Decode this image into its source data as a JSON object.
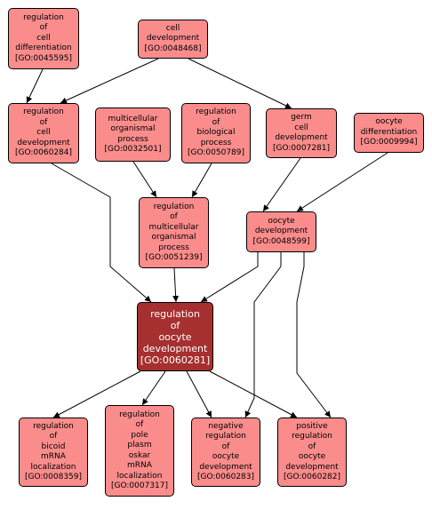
{
  "colors": {
    "node_fill": "#fa8c8c",
    "focus_fill": "#a62f2f",
    "edge": "#000000"
  },
  "nodes": {
    "regulation_of_cell_differentiation": {
      "lines": [
        "regulation",
        "of",
        "cell",
        "differentiation",
        "[GO:0045595]"
      ]
    },
    "cell_development": {
      "lines": [
        "cell",
        "development",
        "[GO:0048468]"
      ]
    },
    "regulation_of_cell_development": {
      "lines": [
        "regulation",
        "of",
        "cell",
        "development",
        "[GO:0060284]"
      ]
    },
    "multicellular_organismal_process": {
      "lines": [
        "multicellular",
        "organismal",
        "process",
        "[GO:0032501]"
      ]
    },
    "regulation_of_biological_process": {
      "lines": [
        "regulation",
        "of",
        "biological",
        "process",
        "[GO:0050789]"
      ]
    },
    "germ_cell_development": {
      "lines": [
        "germ",
        "cell",
        "development",
        "[GO:0007281]"
      ]
    },
    "oocyte_differentiation": {
      "lines": [
        "oocyte",
        "differentiation",
        "[GO:0009994]"
      ]
    },
    "regulation_of_multicellular_organismal_process": {
      "lines": [
        "regulation",
        "of",
        "multicellular",
        "organismal",
        "process",
        "[GO:0051239]"
      ]
    },
    "oocyte_development": {
      "lines": [
        "oocyte",
        "development",
        "[GO:0048599]"
      ]
    },
    "regulation_of_oocyte_development": {
      "lines": [
        "regulation",
        "of",
        "oocyte",
        "development",
        "[GO:0060281]"
      ]
    },
    "regulation_of_bicoid_mrna_localization": {
      "lines": [
        "regulation",
        "of",
        "bicoid",
        "mRNA",
        "localization",
        "[GO:0008359]"
      ]
    },
    "regulation_of_pole_plasm_oskar_mrna_localization": {
      "lines": [
        "regulation",
        "of",
        "pole",
        "plasm",
        "oskar",
        "mRNA",
        "localization",
        "[GO:0007317]"
      ]
    },
    "negative_regulation_of_oocyte_development": {
      "lines": [
        "negative",
        "regulation",
        "of",
        "oocyte",
        "development",
        "[GO:0060283]"
      ]
    },
    "positive_regulation_of_oocyte_development": {
      "lines": [
        "positive",
        "regulation",
        "of",
        "oocyte",
        "development",
        "[GO:0060282]"
      ]
    }
  }
}
